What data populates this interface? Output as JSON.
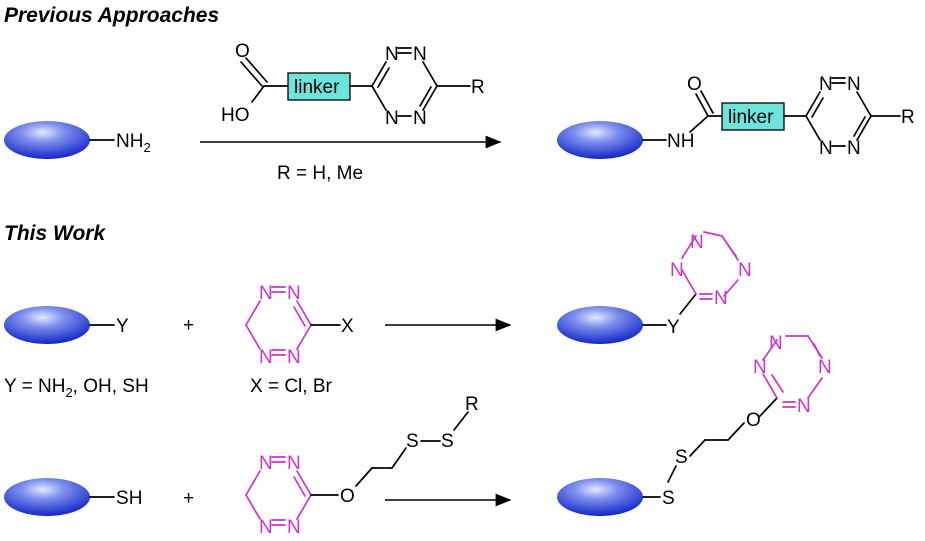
{
  "headers": {
    "previous": "Previous Approaches",
    "this_work": "This Work"
  },
  "atoms": {
    "N": "N",
    "O": "O",
    "S": "S",
    "H": "H",
    "R": "R",
    "X": "X",
    "Y": "Y",
    "HO": "HO",
    "NH": "NH",
    "NH2_main": "NH",
    "NH2_sub": "2"
  },
  "labels": {
    "linker": "linker",
    "r_condition": "R = H, Me",
    "plus": "+",
    "y_def_a": "Y = NH",
    "y_def_sub": "2",
    "y_def_b": ", OH, SH",
    "x_def": "X = Cl, Br"
  },
  "colors": {
    "tetrazine": "#cc33cc",
    "linker_box": "#6ee3dc",
    "sphere_light": "#b7c4f5",
    "sphere_dark": "#1a2bd6"
  }
}
